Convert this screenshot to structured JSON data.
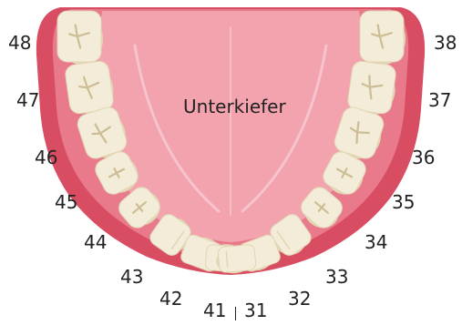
{
  "jaw_label": "Unterkiefer",
  "teeth_left": [
    "48",
    "47",
    "46",
    "45",
    "44",
    "43",
    "42",
    "41"
  ],
  "teeth_right": [
    "38",
    "37",
    "36",
    "35",
    "34",
    "33",
    "32",
    "31"
  ],
  "colors": {
    "gum_outer": "#d94d63",
    "gum_inner": "#e97a8c",
    "palate": "#f2a3ae",
    "palate_ridge": "#f6c4cc",
    "tooth": "#f3ecd8",
    "tooth_shade": "#e3d6b4",
    "tooth_groove": "#cdbd95"
  }
}
